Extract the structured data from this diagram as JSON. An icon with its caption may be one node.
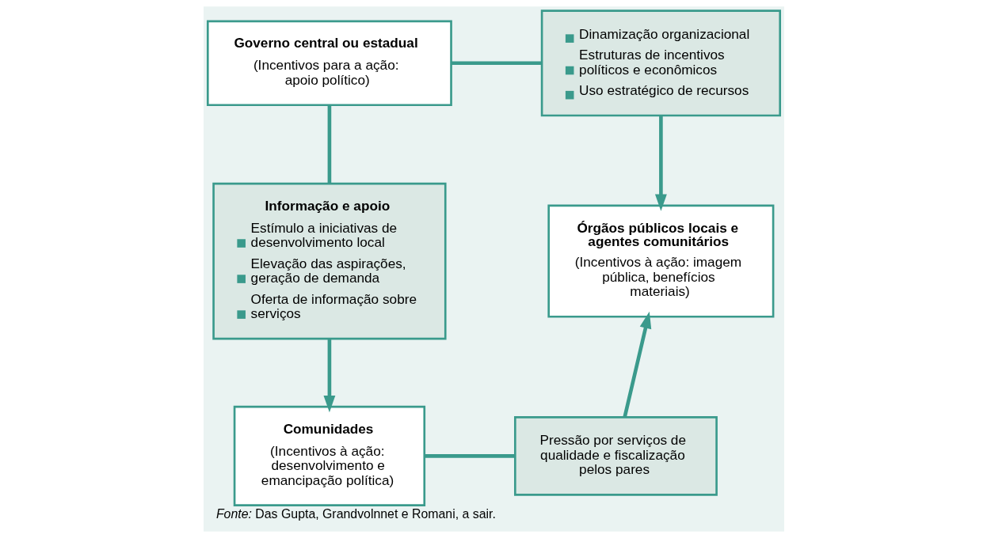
{
  "diagram": {
    "caption": "*Fonte:* Das Gupta, Grandvolnnet e Romani, a sair.",
    "nodes": [
      {
        "text": [
          "Governo central ou estadual",
          "(Incentivos para a ação: apoio político)"
        ]
      },
      {
        "text": [
          "Dinamização organizacional",
          "Estruturas de incentivos políticos e econômicos",
          "Uso estratégico de recursos"
        ]
      },
      {
        "text": [
          "Órgãos públicos locais e agentes comunitários",
          "(Incentivos à ação: imagem pública, benefícios materiais)"
        ]
      },
      {
        "text": [
          "Pressão por serviços de qualidade e fiscalização pelos pares"
        ]
      },
      {
        "text": [
          "Comunidades",
          "(Incentivos à ação: desenvolvimento e emancipação política)"
        ]
      },
      {
        "text": [
          "Informação e apoio",
          "Estímulo a iniciativas de desenvolvimento local",
          "Elevação das aspirações, geração de demanda",
          "Oferta de informação sobre serviços"
        ]
      }
    ],
    "edges": [
      {
        "from": 0,
        "to": 1,
        "arrow": "none"
      },
      {
        "from": 1,
        "to": 2,
        "arrow": "to"
      },
      {
        "from": 4,
        "to": 3,
        "arrow": "none"
      },
      {
        "from": 3,
        "to": 2,
        "arrow": "to"
      },
      {
        "from": 0,
        "to": 5,
        "arrow": "none"
      },
      {
        "from": 5,
        "to": 4,
        "arrow": "to"
      }
    ]
  }
}
